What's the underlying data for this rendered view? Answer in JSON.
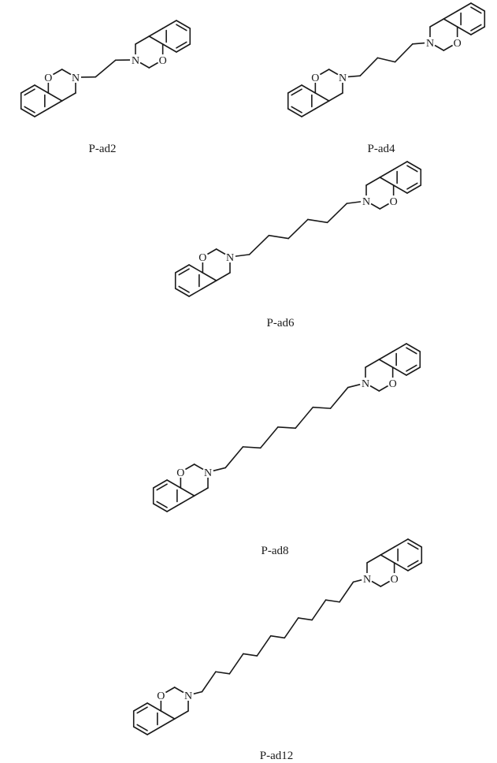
{
  "atoms": {
    "oxygen": "O",
    "nitrogen": "N"
  },
  "compounds": [
    {
      "id": "p-ad2",
      "label": "P-ad2",
      "linker_carbons": 2
    },
    {
      "id": "p-ad4",
      "label": "P-ad4",
      "linker_carbons": 4
    },
    {
      "id": "p-ad6",
      "label": "P-ad6",
      "linker_carbons": 6
    },
    {
      "id": "p-ad8",
      "label": "P-ad8",
      "linker_carbons": 8
    },
    {
      "id": "p-ad12",
      "label": "P-ad12",
      "linker_carbons": 12
    }
  ]
}
